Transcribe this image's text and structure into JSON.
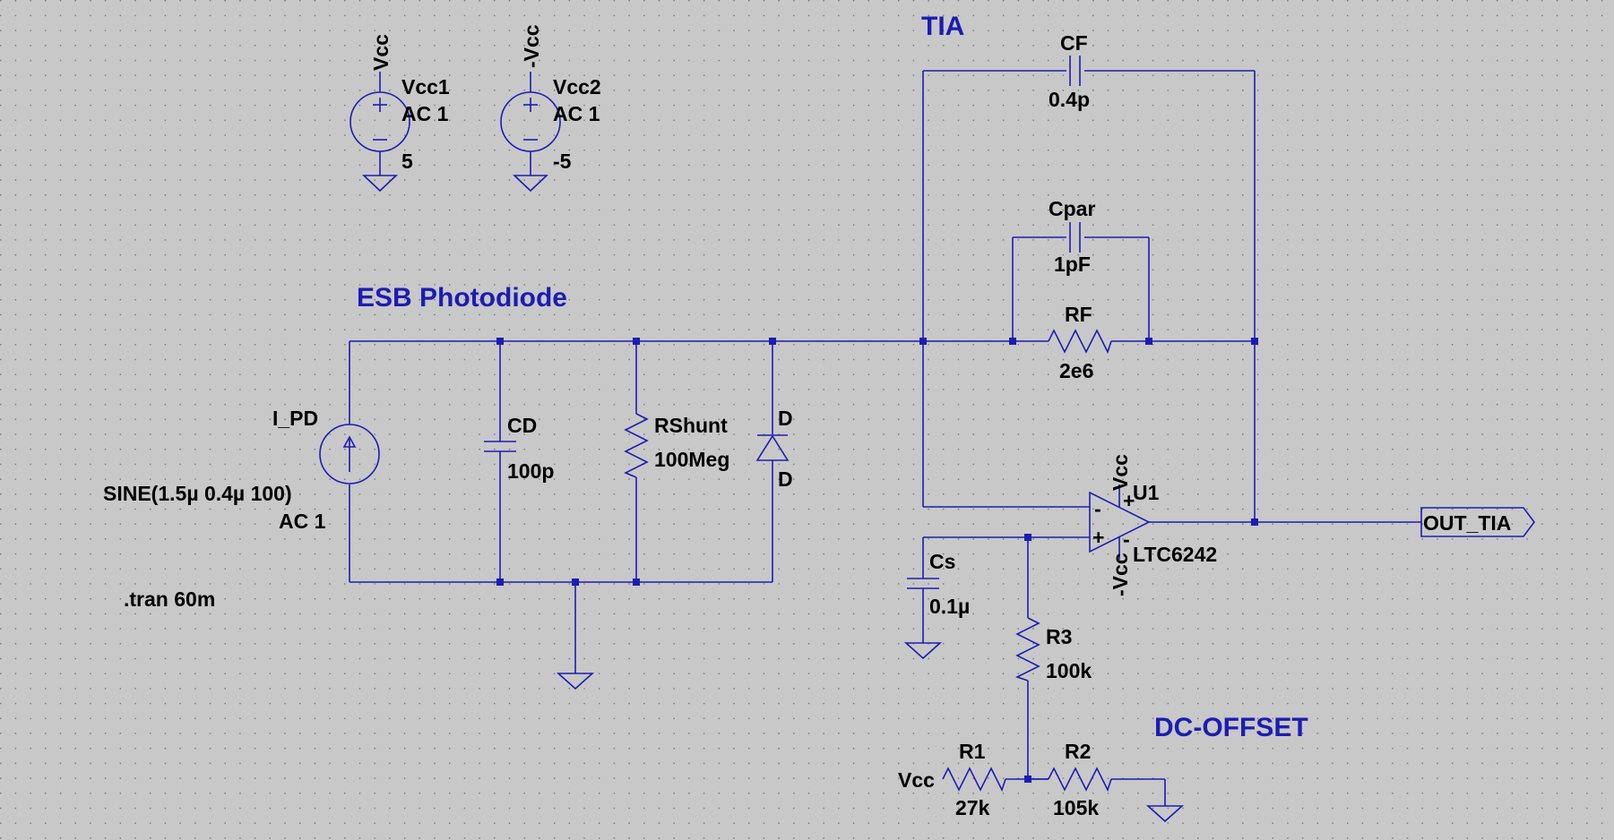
{
  "headings": {
    "tia": "TIA",
    "photodiode": "ESB Photodiode",
    "dc_offset": "DC-OFFSET"
  },
  "supplies": {
    "vcc1": {
      "net": "Vcc",
      "name": "Vcc1",
      "ac": "AC 1",
      "value": "5"
    },
    "vcc2": {
      "net": "-Vcc",
      "name": "Vcc2",
      "ac": "AC 1",
      "value": "-5"
    }
  },
  "photodiode": {
    "source": {
      "name": "I_PD",
      "value": "SINE(1.5µ 0.4µ 100)",
      "ac": "AC 1"
    },
    "cd": {
      "name": "CD",
      "value": "100p"
    },
    "rshunt": {
      "name": "RShunt",
      "value": "100Meg"
    },
    "diode": {
      "name": "D",
      "model": "D"
    }
  },
  "tia": {
    "cf": {
      "name": "CF",
      "value": "0.4p"
    },
    "cpar": {
      "name": "Cpar",
      "value": "1pF"
    },
    "rf": {
      "name": "RF",
      "value": "2e6"
    },
    "opamp": {
      "name": "U1",
      "model": "LTC6242",
      "plus_supply": "Vcc",
      "minus_supply": "-Vcc",
      "plus_sign": "+",
      "minus_sign": "-",
      "in_minus": "-",
      "in_plus": "+"
    },
    "output_label": "OUT_TIA"
  },
  "offset": {
    "cs": {
      "name": "Cs",
      "value": "0.1µ"
    },
    "r3": {
      "name": "R3",
      "value": "100k"
    },
    "r1": {
      "name": "R1",
      "value": "27k"
    },
    "r2": {
      "name": "R2",
      "value": "105k"
    },
    "supply_net": "Vcc"
  },
  "directive": ".tran 60m",
  "colors": {
    "wire": "#1c1cb4",
    "background": "#c8c8c8",
    "heading": "#1c1cb4",
    "text": "#000000"
  }
}
